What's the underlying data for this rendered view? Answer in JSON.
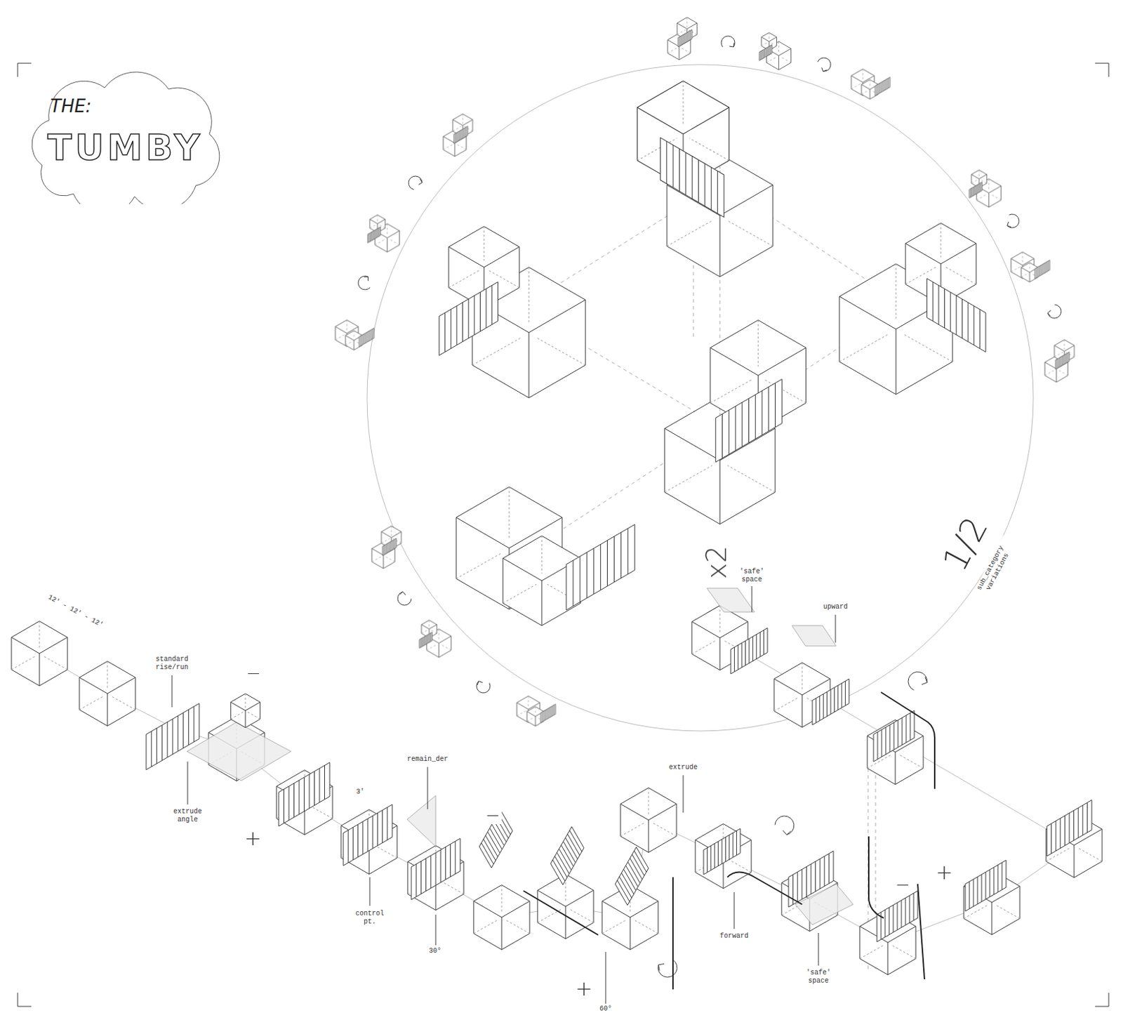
{
  "diagram": {
    "nodes": [
      {
        "text": [
          "THE:",
          "TUMBY"
        ]
      }
    ],
    "labels": [
      "12' - 12' - 12'",
      "standard rise/run",
      "−",
      "extrude angle",
      "+",
      "3'",
      "remain_der",
      "control pt.",
      "30°",
      "−",
      "extrude",
      "+",
      "60°",
      "forward",
      "'safe' space",
      "−",
      "+",
      "'safe' space",
      "upward",
      "x2",
      "1/2",
      "sub_category variations"
    ]
  }
}
